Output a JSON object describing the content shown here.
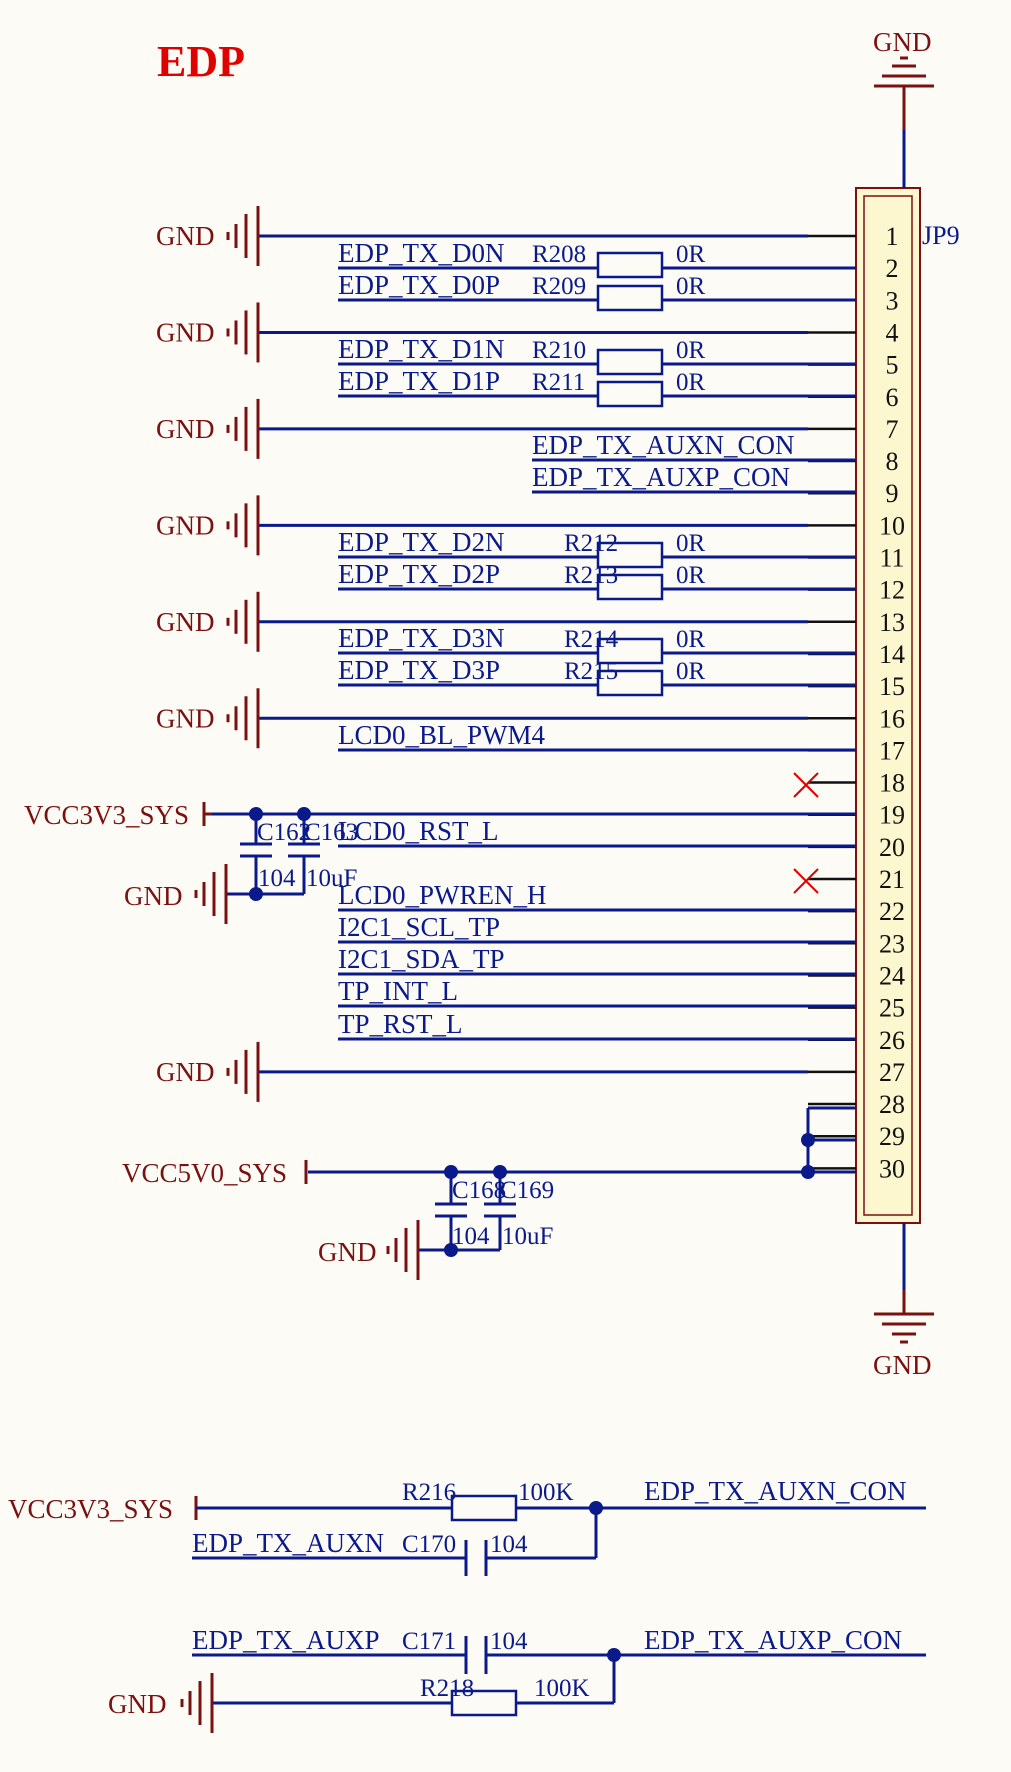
{
  "title": "EDP",
  "connector": {
    "ref": "JP9",
    "pins": [
      "1",
      "2",
      "3",
      "4",
      "5",
      "6",
      "7",
      "8",
      "9",
      "10",
      "11",
      "12",
      "13",
      "14",
      "15",
      "16",
      "17",
      "18",
      "19",
      "20",
      "21",
      "22",
      "23",
      "24",
      "25",
      "26",
      "27",
      "28",
      "29",
      "30"
    ],
    "gnd_top": "GND",
    "gnd_bottom": "GND"
  },
  "power": {
    "gnd": "GND",
    "vcc3v3": "VCC3V3_SYS",
    "vcc5v0": "VCC5V0_SYS"
  },
  "nets": {
    "tx_d0n": "EDP_TX_D0N",
    "tx_d0p": "EDP_TX_D0P",
    "tx_d1n": "EDP_TX_D1N",
    "tx_d1p": "EDP_TX_D1P",
    "auxn_con": "EDP_TX_AUXN_CON",
    "auxp_con": "EDP_TX_AUXP_CON",
    "tx_d2n": "EDP_TX_D2N",
    "tx_d2p": "EDP_TX_D2P",
    "tx_d3n": "EDP_TX_D3N",
    "tx_d3p": "EDP_TX_D3P",
    "bl_pwm": "LCD0_BL_PWM4",
    "rst": "LCD0_RST_L",
    "pwren": "LCD0_PWREN_H",
    "scl": "I2C1_SCL_TP",
    "sda": "I2C1_SDA_TP",
    "tp_int": "TP_INT_L",
    "tp_rst": "TP_RST_L",
    "auxn": "EDP_TX_AUXN",
    "auxp": "EDP_TX_AUXP"
  },
  "resistors": {
    "r208": {
      "ref": "R208",
      "value": "0R"
    },
    "r209": {
      "ref": "R209",
      "value": "0R"
    },
    "r210": {
      "ref": "R210",
      "value": "0R"
    },
    "r211": {
      "ref": "R211",
      "value": "0R"
    },
    "r212": {
      "ref": "R212",
      "value": "0R"
    },
    "r213": {
      "ref": "R213",
      "value": "0R"
    },
    "r214": {
      "ref": "R214",
      "value": "0R"
    },
    "r215": {
      "ref": "R215",
      "value": "0R"
    },
    "r216": {
      "ref": "R216",
      "value": "100K"
    },
    "r218": {
      "ref": "R218",
      "value": "100K"
    }
  },
  "capacitors": {
    "c162": {
      "ref": "C162",
      "value": "104"
    },
    "c163": {
      "ref": "C163",
      "value": "10uF"
    },
    "c168": {
      "ref": "C168",
      "value": "104"
    },
    "c169": {
      "ref": "C169",
      "value": "10uF"
    },
    "c170": {
      "ref": "C170",
      "value": "104"
    },
    "c171": {
      "ref": "C171",
      "value": "104"
    }
  },
  "colors": {
    "wire": "#0a1a8a",
    "power": "#7a1010",
    "title": "#e00000",
    "connector_fill": "#fdf7d0"
  }
}
